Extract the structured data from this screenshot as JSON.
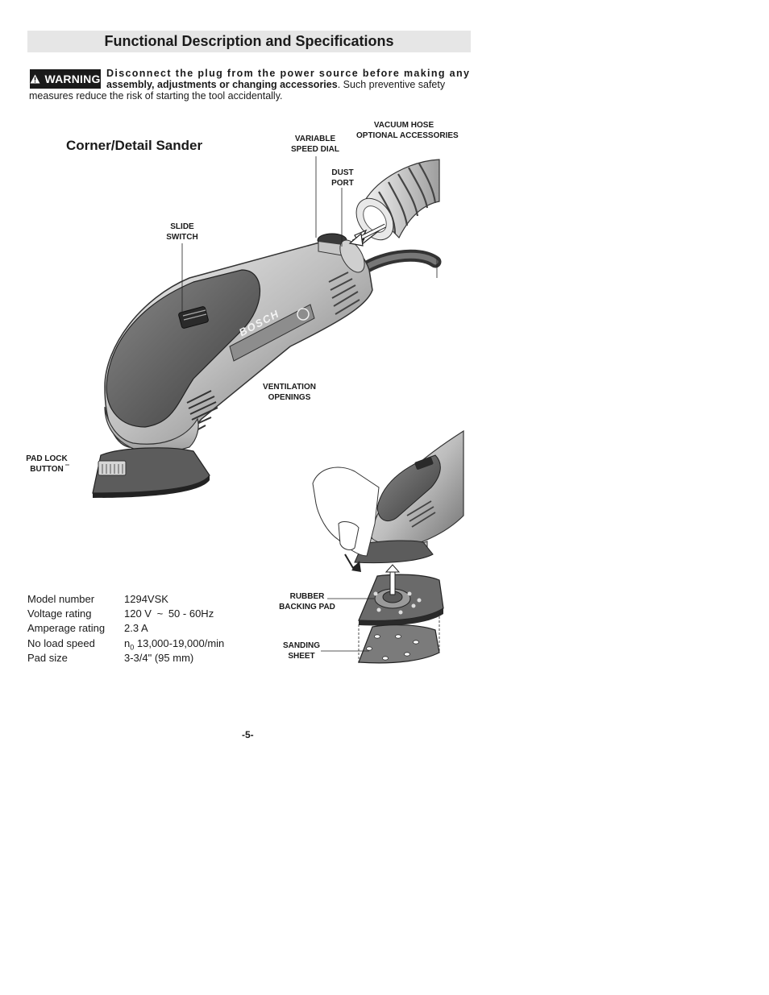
{
  "page": {
    "title": "Functional Description and Specifications",
    "page_number": "-5-"
  },
  "warning": {
    "badge": "WARNING",
    "line1": "Disconnect the plug from the power source before making any",
    "line2_bold": "assembly, adjustments or changing accessories",
    "line2_rest": ".  Such preventive safety",
    "line3": "measures reduce the risk of starting the tool accidentally."
  },
  "figure": {
    "title": "Corner/Detail Sander",
    "brand_logo": "BOSCH",
    "labels": {
      "vacuum_hose": "VACUUM HOSE\nOPTIONAL ACCESSORIES",
      "variable_speed_dial": "VARIABLE\nSPEED DIAL",
      "dust_port": "DUST\nPORT",
      "slide_switch": "SLIDE\nSWITCH",
      "ventilation_openings": "VENTILATION\nOPENINGS",
      "pad_lock_button": "PAD LOCK\nBUTTON",
      "rubber_backing_pad": "RUBBER\nBACKING PAD",
      "sanding_sheet": "SANDING\nSHEET"
    }
  },
  "specifications": [
    {
      "label": "Model number",
      "value": "1294VSK"
    },
    {
      "label": "Voltage rating",
      "value_prefix": "120 V",
      "value_symbol": "~",
      "value_suffix": "50 - 60Hz"
    },
    {
      "label": "Amperage rating",
      "value": "2.3 A"
    },
    {
      "label": "No load speed",
      "value_prefix": "n",
      "value_sub": "0",
      "value_suffix": "13,000-19,000/min"
    },
    {
      "label": "Pad size",
      "value": "3-3/4\" (95 mm)"
    }
  ]
}
